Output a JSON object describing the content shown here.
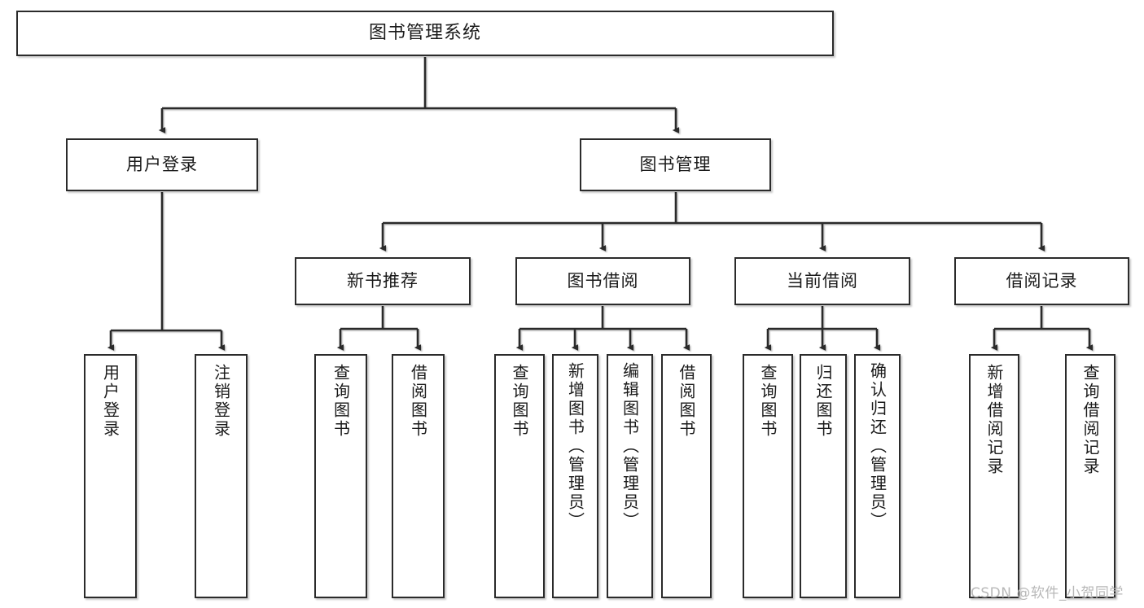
{
  "diagram": {
    "title": "图书管理系统",
    "type": "tree-hierarchy-chart",
    "watermark": "CSDN @软件_小贺同学",
    "colors": {
      "box_border": "#2b2b2b",
      "box_fill": "#ffffff",
      "text": "#1a1a1a",
      "edge": "#2b2b2b",
      "watermark": "#b8b8b8"
    },
    "nodes": {
      "root": {
        "label": "图书管理系统"
      },
      "level2": [
        {
          "label": "用户登录"
        },
        {
          "label": "图书管理"
        }
      ],
      "level3": [
        {
          "label": "新书推荐"
        },
        {
          "label": "图书借阅"
        },
        {
          "label": "当前借阅"
        },
        {
          "label": "借阅记录"
        }
      ],
      "leaves": {
        "user_login": [
          {
            "label": "用户登录"
          },
          {
            "label": "注销登录"
          }
        ],
        "new_book_recommend": [
          {
            "label": "查询图书"
          },
          {
            "label": "借阅图书"
          }
        ],
        "book_borrow": [
          {
            "label": "查询图书"
          },
          {
            "label": "新增图书（管理员）"
          },
          {
            "label": "编辑图书（管理员）"
          },
          {
            "label": "借阅图书"
          }
        ],
        "current_borrow": [
          {
            "label": "查询图书"
          },
          {
            "label": "归还图书"
          },
          {
            "label": "确认归还（管理员）"
          }
        ],
        "borrow_record": [
          {
            "label": "新增借阅记录"
          },
          {
            "label": "查询借阅记录"
          }
        ]
      }
    }
  }
}
